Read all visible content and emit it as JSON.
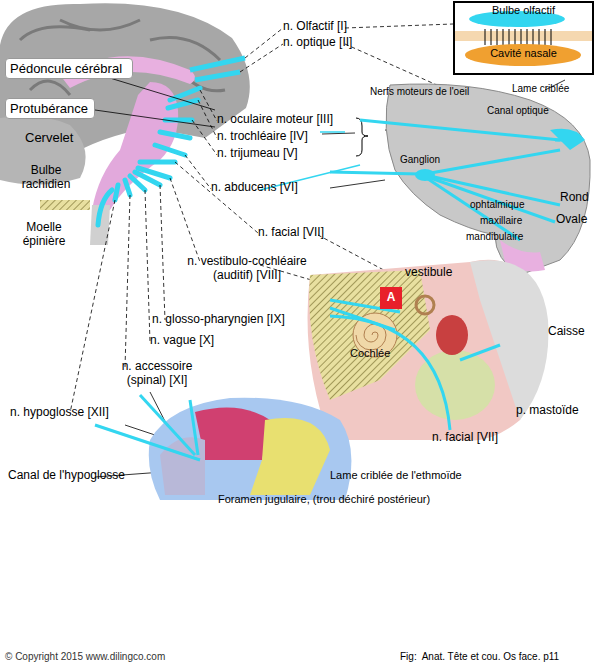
{
  "diagram": {
    "caption": "Fig:  Anat. Tête et cou. Os face. p11",
    "nodes": [
      {
        "text": [
          "Bulbe olfactif",
          "Cavité nasale"
        ]
      },
      {
        "text": [
          "Pédoncule cérébral"
        ]
      },
      {
        "text": [
          "Protubérance"
        ]
      },
      {
        "text": [
          "A"
        ]
      }
    ],
    "labels": [
      "n. Olfactif [I]",
      "n. optique [II]",
      "Nerfs moteurs de l'oeil",
      "Lame criblée",
      "Canal optique",
      "n. oculaire moteur [III]",
      "n. trochléaire [IV]",
      "Cervelet",
      "n. trijumeau [V]",
      "Ganglion",
      "Bulbe rachidien",
      "n. abducens [VI]",
      "Rond",
      "ophtalmique",
      "Ovale",
      "maxillaire",
      "Moelle épinière",
      "mandibulaire",
      "n. facial [VII]",
      "n. vestibulo-cochléaire (auditif) [VIII]",
      "vestibule",
      "n. glosso-pharyngien [IX]",
      "Caisse",
      "n. vague [X]",
      "Cochlée",
      "n. accessoire (spinal) [XI]",
      "p. mastoïde",
      "n. hypoglosse [XII]",
      "n. facial [VII]",
      "Canal de l'hypoglosse",
      "Lame criblée de l'ethmoïde",
      "Foramen jugulaire, (trou déchiré postérieur)",
      "© Copyright 2015 www.dilingco.com"
    ]
  }
}
